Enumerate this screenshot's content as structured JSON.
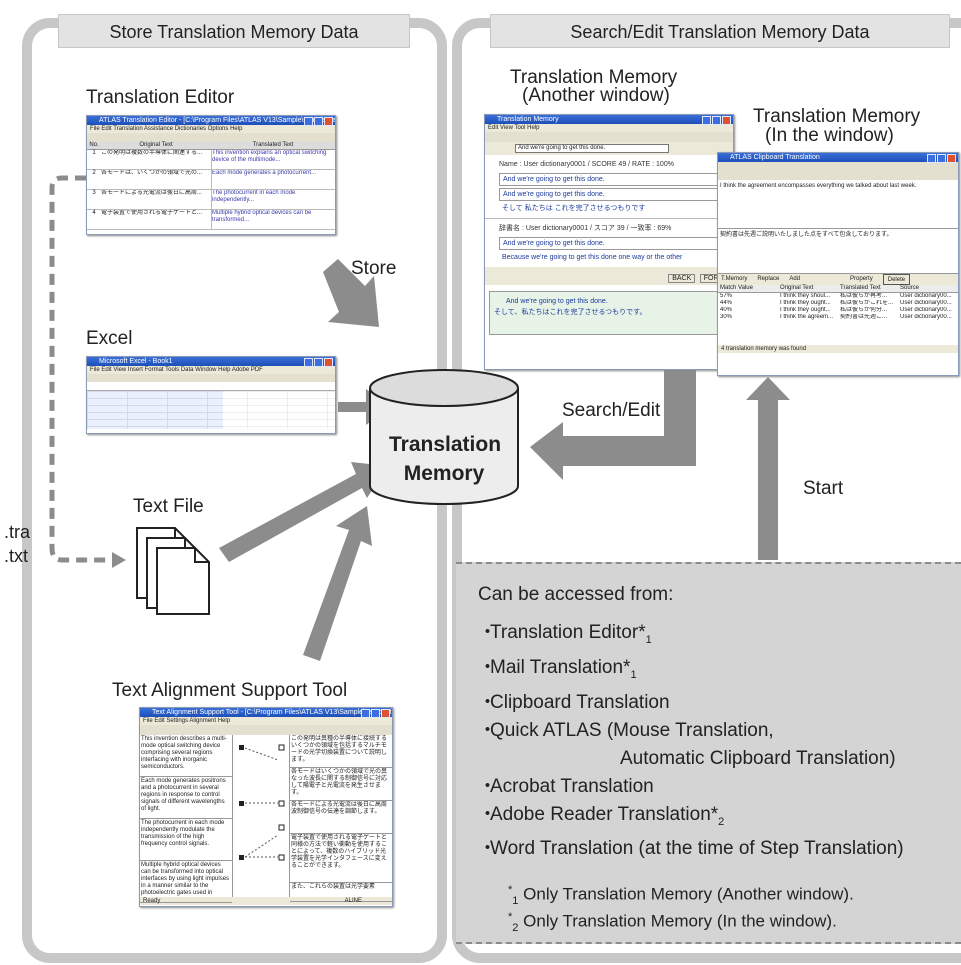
{
  "left_panel": {
    "title": "Store Translation Memory Data",
    "translation_editor_label": "Translation Editor",
    "excel_label": "Excel",
    "text_file_label": "Text File",
    "text_alignment_label": "Text Alignment Support Tool",
    "file_ext_tra": ".tra",
    "file_ext_txt": ".txt",
    "store_label": "Store"
  },
  "right_panel": {
    "title": "Search/Edit Translation Memory Data",
    "tm_another_label_1": "Translation Memory",
    "tm_another_label_2": "(Another window)",
    "tm_inwindow_label_1": "Translation Memory",
    "tm_inwindow_label_2": "(In the window)"
  },
  "center": {
    "cylinder_line1": "Translation",
    "cylinder_line2": "Memory",
    "search_edit_label": "Search/Edit",
    "start_label": "Start"
  },
  "access": {
    "title": "Can be accessed from:",
    "items": [
      "Translation Editor*",
      "Mail Translation*",
      "Clipboard Translation",
      "Quick ATLAS (Mouse Translation,",
      "Automatic Clipboard Translation)",
      "Acrobat Translation",
      "Adobe Reader Translation*",
      "Word  Translation (at the time of Step Translation)"
    ],
    "item_marks": [
      "1",
      "1",
      "",
      "",
      "",
      "",
      "2",
      ""
    ],
    "note1_mark": "1",
    "note1_text": "Only Translation Memory (Another window).",
    "note2_mark": "2",
    "note2_text": "Only Translation Memory (In the window)."
  },
  "screens": {
    "editor_title": "ATLAS Translation Editor - [C:\\Program Files\\ATLAS V13\\Sample\\sample.tra]",
    "editor_menu": "File  Edit  Translation  Assistance  Dictionaries  Options  Help",
    "editor_col_original": "Original Text",
    "editor_col_translated": "Translated Text",
    "editor_rows": [
      [
        "この発明は複数の半導体に関連する...",
        "This invention explains an optical switching device of the multimode..."
      ],
      [
        "各モードは、いくつかの領域で光の...",
        "Each mode generates a photocurrent..."
      ],
      [
        "各モードによる光電流は後日に高周...",
        "The photocurrent in each mode independently..."
      ],
      [
        "電子装置で使用される電子ゲートと...",
        "Multiple hybrid optical devices can be transformed..."
      ]
    ],
    "excel_title": "Microsoft Excel - Book1",
    "excel_menu": "File  Edit  View  Insert  Format  Tools  Data  Window  Help  Adobe PDF",
    "tm_title": "Translation Memory",
    "tm_menu": "Edit  View  Tool  Help",
    "tm_search": "And we're going to get this done.",
    "tm_entry1_head": "Name : User dictionary0001 / SCORE 49 / RATE : 100%",
    "tm_entry1_a": "And we're going to get this done.",
    "tm_entry1_b": "And we're going to get this done.",
    "tm_entry1_c": "そして 私たちは これを完了させるつもりです",
    "tm_entry2_head": "辞書名 : User dictionary0001 / スコア 39 / 一致率 : 69%",
    "tm_entry2_a": "And we're going to get this done.",
    "tm_entry2_b": "Because we're going to get this done one way or the other",
    "tm_back": "BACK",
    "tm_forw": "FORW",
    "tm_preview_en": "And we're going to get this done.",
    "tm_preview_ja": "そして、私たちはこれを完了させるつもりです。",
    "clip_title": "ATLAS Clipboard Translation",
    "clip_source": "I think the agreement encompasses everything we talked about last week.",
    "clip_target": "契約書は先週ご説明いたしました点をすべて包含しております。",
    "clip_tm_label": "T.Memory",
    "clip_replace": "Replace",
    "clip_add": "Add",
    "clip_property": "Property",
    "clip_delete": "Delete",
    "clip_cols": [
      "Match Value",
      "Original Text",
      "Translated Text",
      "Source"
    ],
    "clip_rows": [
      [
        "57%",
        "I think they shoul...",
        "私は彼らが再考...",
        "User dictionary00..."
      ],
      [
        "44%",
        "I think they ought...",
        "私は彼らがこれを...",
        "User dictionary00..."
      ],
      [
        "40%",
        "I think they ought...",
        "私は彼らが何分...",
        "User dictionary00..."
      ],
      [
        "30%",
        "I think the agreem...",
        "契約書は先週ご...",
        "User dictionary00..."
      ]
    ],
    "clip_status": "4 translation memory was found",
    "align_title": "Text Alignment Support Tool - [C:\\Program Files\\ATLAS V13\\Sample\\samp.txt]",
    "align_menu": "File  Edit  Settings  Alignment  Help",
    "align_left": [
      "This invention describes a multi-mode optical switching device comprising several regions interfacing with inorganic semiconductors.",
      "Each mode generates positrons and a photocurrent in several regions in response to control signals of different wavelengths of light.",
      "The photocurrent in each mode independently modulate the transmission of the high frequency control signals.",
      "Multiple hybrid optical devices can be transformed into optical interfaces by using light impulses in a manner similar to the photoelectric gates used in"
    ],
    "align_right": [
      "この発明は異種の半導体に接続するいくつかの領域を包括するマルチモードの光学切換装置について説明します。",
      "各モードはいくつかの領域で光の異なった波長に関する制御信号に対応して陽電子と光電流を発生させます。",
      "各モードによる光電流は後日に高周波制御信号の伝達を調節します。",
      "電子装置で使用される電子ゲートと同様の方法で軽い衝動を使用することによって、複数のハイブリッド光学装置を光学インタフェースに変えることができます。",
      "また、これらの装置は光学要素"
    ],
    "align_status_left": "Ready",
    "align_status_right": "ALINE"
  }
}
